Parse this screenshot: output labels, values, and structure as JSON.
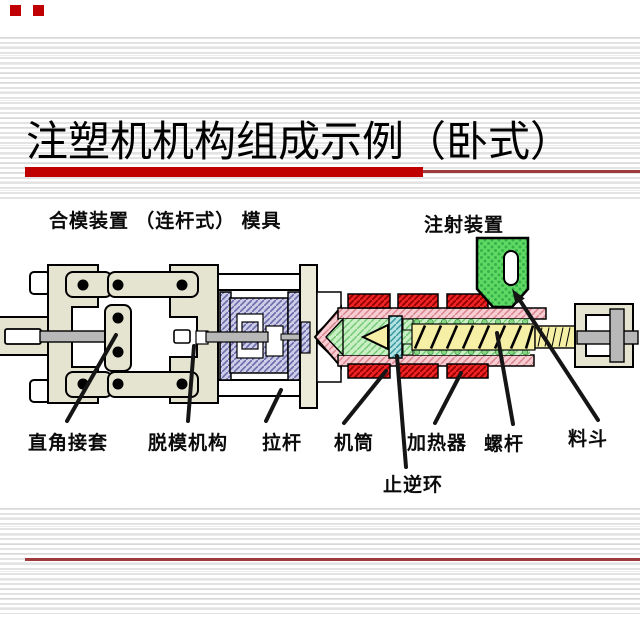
{
  "slide": {
    "title": "注塑机机构组成示例（卧式）",
    "section_labels": {
      "clamping_unit": "合模装置 （连杆式） 模具",
      "injection_unit": "注射装置"
    },
    "part_labels": {
      "right_angle_sleeve": "直角接套",
      "demolding_mechanism": "脱模机构",
      "tie_rod": "拉杆",
      "barrel": "机筒",
      "check_ring": "止逆环",
      "heater": "加热器",
      "screw": "螺杆",
      "hopper": "料斗"
    },
    "colors": {
      "accent-red": "#c00000",
      "line-red": "#9e3a3a",
      "machine-beige": "#e4e4d0",
      "mold-blue": "#9a9ac8",
      "heater-red": "#ee2222",
      "barrel-pink": "#f3bec6",
      "melt-green": "#bfeebb",
      "screw-yellow": "#f5f0a5",
      "hopper-green": "#5fd864",
      "check-ring-cyan": "#9fd8d8",
      "rod-gray": "#b8b8b8"
    }
  }
}
